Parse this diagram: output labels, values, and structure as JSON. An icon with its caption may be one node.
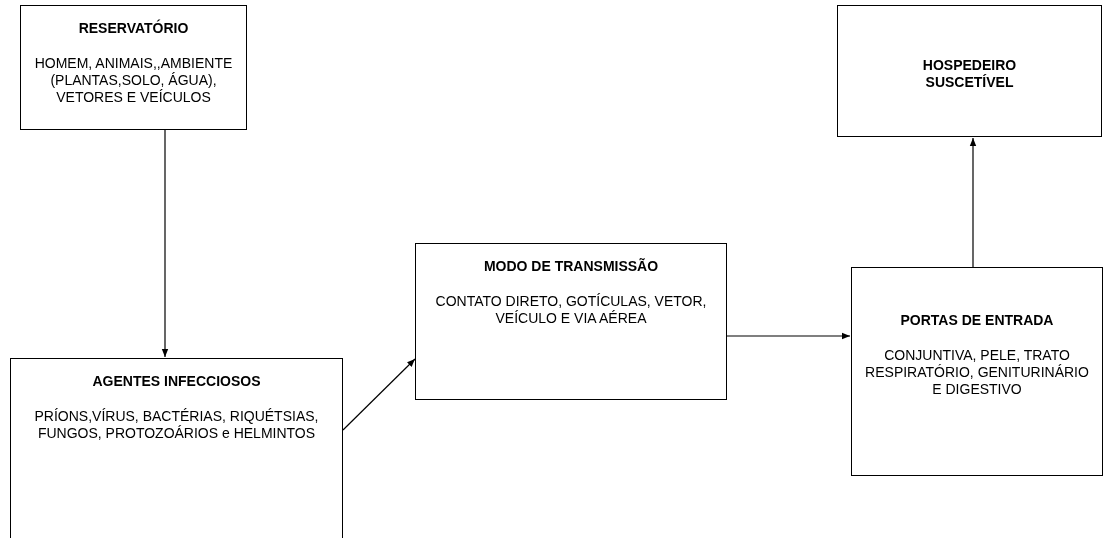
{
  "diagram": {
    "nodes": [
      {
        "text": [
          "RESERVATÓRIO",
          "HOMEM, ANIMAIS,,AMBIENTE (PLANTAS,SOLO, ÁGUA), VETORES E VEÍCULOS"
        ]
      },
      {
        "text": [
          "AGENTES INFECCIOSOS",
          "PRÍONS,VÍRUS, BACTÉRIAS, RIQUÉTSIAS, FUNGOS, PROTOZOÁRIOS e HELMINTOS"
        ]
      },
      {
        "text": [
          "MODO DE TRANSMISSÃO",
          "CONTATO DIRETO, GOTÍCULAS, VETOR, VEÍCULO E VIA AÉREA"
        ]
      },
      {
        "text": [
          "PORTAS DE ENTRADA",
          "CONJUNTIVA, PELE, TRATO RESPIRATÓRIO, GENITURINÁRIO E DIGESTIVO"
        ]
      },
      {
        "text": [
          "HOSPEDEIRO SUSCETÍVEL"
        ]
      }
    ],
    "edges": [
      {
        "from": 0,
        "to": 1,
        "arrow": "to"
      },
      {
        "from": 1,
        "to": 2,
        "arrow": "to"
      },
      {
        "from": 2,
        "to": 3,
        "arrow": "to"
      },
      {
        "from": 3,
        "to": 4,
        "arrow": "to"
      }
    ]
  }
}
